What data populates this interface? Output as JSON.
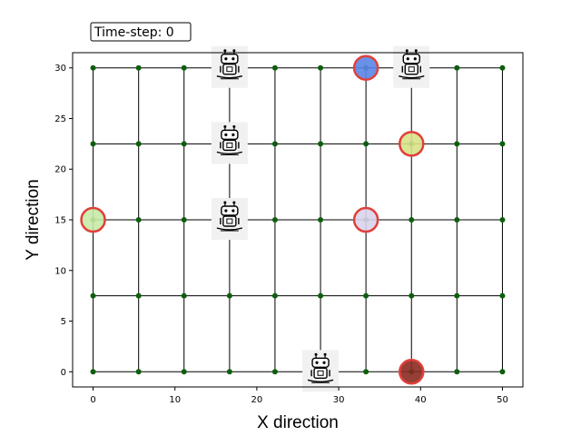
{
  "chart_data": {
    "type": "scatter",
    "title": "",
    "xlabel": "X direction",
    "ylabel": "Y direction",
    "xlim": [
      -2.5,
      52.5
    ],
    "ylim": [
      -1.5,
      31.5
    ],
    "xticks": [
      0,
      10,
      20,
      30,
      40,
      50
    ],
    "yticks": [
      0,
      5,
      10,
      15,
      20,
      25,
      30
    ],
    "grid": false,
    "annotation": "Time-step: 0",
    "grid_nodes": {
      "x": [
        0,
        5.56,
        11.11,
        16.67,
        22.22,
        27.78,
        33.33,
        38.89,
        44.44,
        50
      ],
      "y": [
        0,
        7.5,
        15,
        22.5,
        30
      ],
      "color": "#0d5e0d",
      "edge_color": "#000000"
    },
    "robots": [
      {
        "x": 16.67,
        "y": 30
      },
      {
        "x": 16.67,
        "y": 22.5
      },
      {
        "x": 16.67,
        "y": 15
      },
      {
        "x": 38.89,
        "y": 30
      },
      {
        "x": 27.78,
        "y": 0
      }
    ],
    "targets": [
      {
        "x": 0,
        "y": 15,
        "fill": "#c8eaa6",
        "edge": "#e0403a"
      },
      {
        "x": 33.33,
        "y": 30,
        "fill": "#5a85e6",
        "edge": "#e0403a"
      },
      {
        "x": 38.89,
        "y": 22.5,
        "fill": "#d7e287",
        "edge": "#e0403a"
      },
      {
        "x": 33.33,
        "y": 15,
        "fill": "#d9d4ec",
        "edge": "#e0403a"
      },
      {
        "x": 38.89,
        "y": 0,
        "fill": "#8a2a20",
        "edge": "#e0403a"
      }
    ]
  }
}
